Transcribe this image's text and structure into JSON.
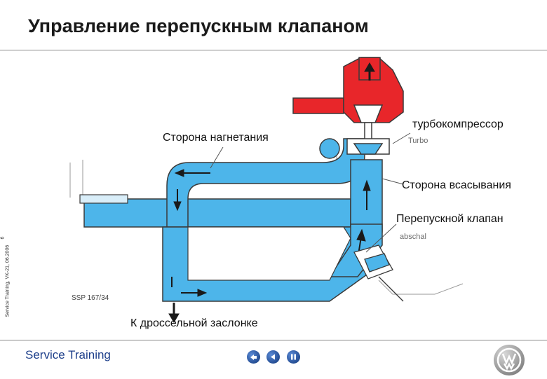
{
  "slide": {
    "title": "Управление перепускным клапаном",
    "side_caption": "Service Training, VK-21, 06.2006",
    "page_number": "6",
    "brand": "Service Training"
  },
  "diagram": {
    "labels": {
      "pressure_side": "Сторона нагнетания",
      "turbocharger": "турбокомпрессор",
      "suction_side": "Сторона всасывания",
      "bypass_valve": "Перепускной клапан",
      "to_throttle": "К дроссельной заслонке"
    },
    "figure_code": "SSP 167/34",
    "ghost_text": {
      "turbo": "Turbo",
      "abschalt": "abschal"
    },
    "colors": {
      "air": "#4db5ea",
      "exhaust": "#e8262a",
      "outline": "#3a3a3a"
    }
  },
  "nav": {
    "buttons": [
      "prev-section",
      "prev",
      "pause"
    ]
  }
}
